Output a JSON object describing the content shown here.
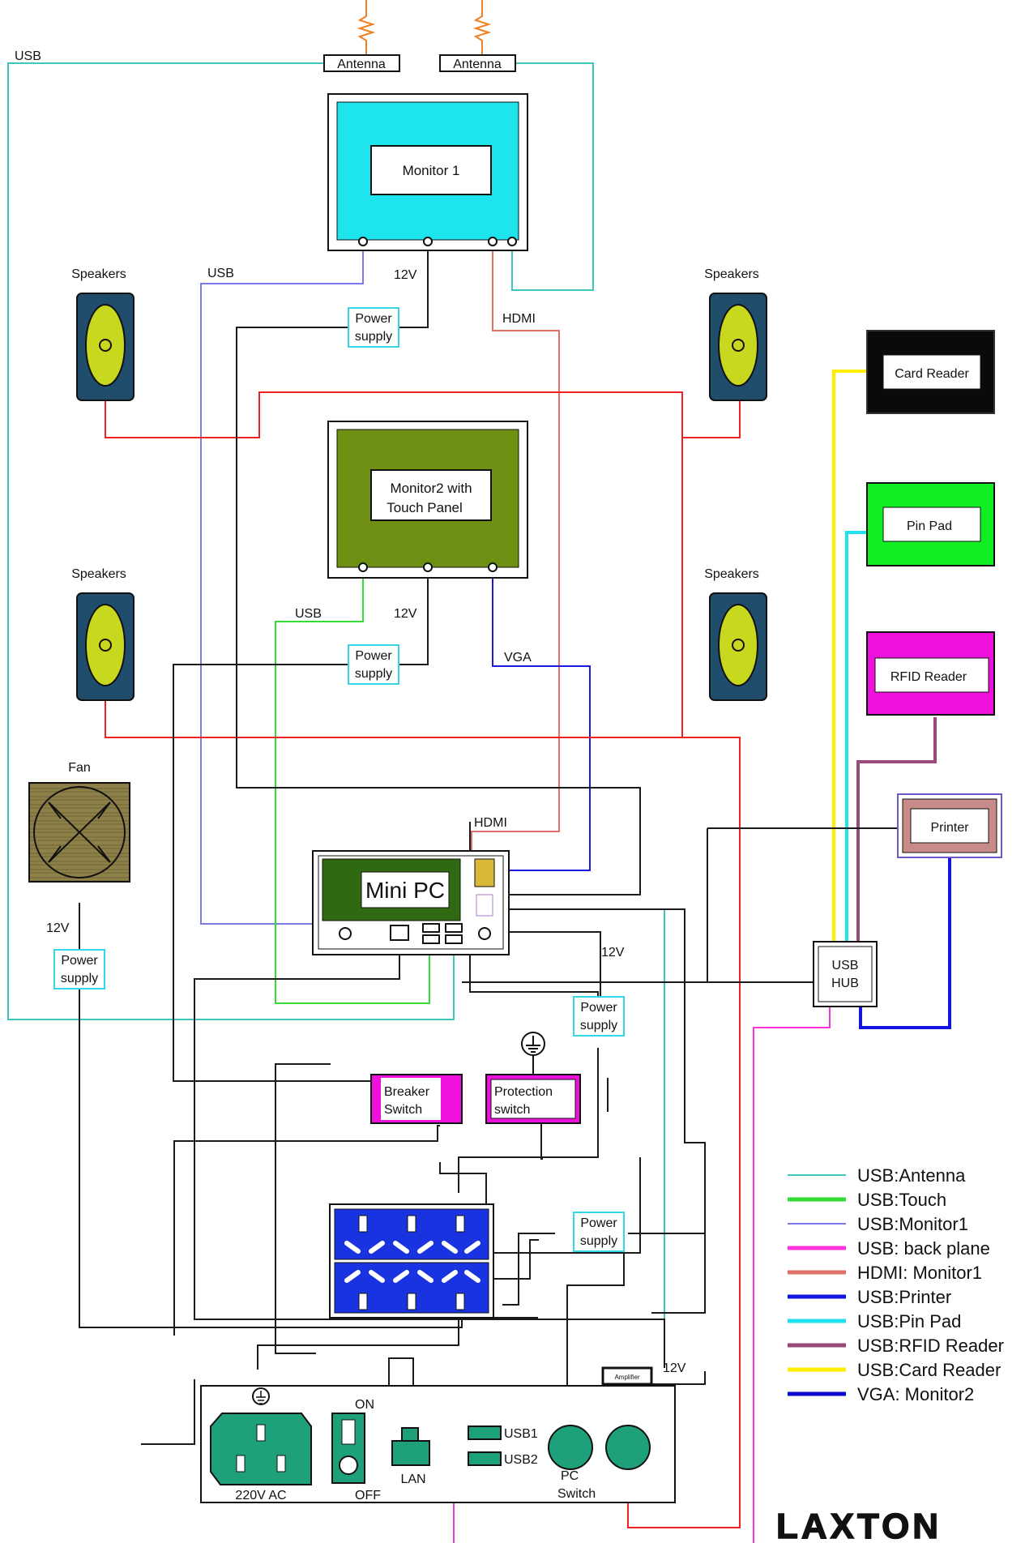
{
  "antennas": [
    "Antenna",
    "Antenna"
  ],
  "monitor1": {
    "label": "Monitor 1"
  },
  "monitor2": {
    "line1": "Monitor2 with",
    "line2": "Touch Panel"
  },
  "speakers": [
    "Speakers",
    "Speakers",
    "Speakers",
    "Speakers"
  ],
  "fan": {
    "label": "Fan"
  },
  "mini_pc": {
    "label": "Mini PC"
  },
  "power_supply": {
    "line1": "Power",
    "line2": "supply"
  },
  "wire_labels": {
    "usb": "USB",
    "v12": "12V",
    "hdmi": "HDMI",
    "vga": "VGA"
  },
  "peripherals": {
    "card_reader": "Card Reader",
    "pin_pad": "Pin Pad",
    "rfid_reader": "RFID Reader",
    "printer": "Printer",
    "usb_hub_1": "USB",
    "usb_hub_2": "HUB"
  },
  "switches": {
    "breaker_1": "Breaker",
    "breaker_2": "Switch",
    "protection_1": "Protection",
    "protection_2": "switch"
  },
  "panel": {
    "on": "ON",
    "off": "OFF",
    "ac": "220V  AC",
    "lan": "LAN",
    "usb1": "USB1",
    "usb2": "USB2",
    "pc_switch_1": "PC",
    "pc_switch_2": "Switch",
    "amplifier": "Amplifier",
    "v12": "12V"
  },
  "legend": [
    {
      "label": "USB:Antenna",
      "color": "#3cc7bd"
    },
    {
      "label": "USB:Touch",
      "color": "#33dd33"
    },
    {
      "label": "USB:Monitor1",
      "color": "#7b7be8"
    },
    {
      "label": "USB: back plane",
      "color": "#ff33dd"
    },
    {
      "label": "HDMI: Monitor1",
      "color": "#e0706a"
    },
    {
      "label": "USB:Printer",
      "color": "#1414e0"
    },
    {
      "label": "USB:Pin Pad",
      "color": "#22e0f0"
    },
    {
      "label": "USB:RFID Reader",
      "color": "#9a4a7a"
    },
    {
      "label": "USB:Card Reader",
      "color": "#ffee00"
    },
    {
      "label": "VGA: Monitor2",
      "color": "#0a0ad0"
    }
  ],
  "logo": {
    "text": "LAXTON",
    "color": "#f5a400"
  }
}
